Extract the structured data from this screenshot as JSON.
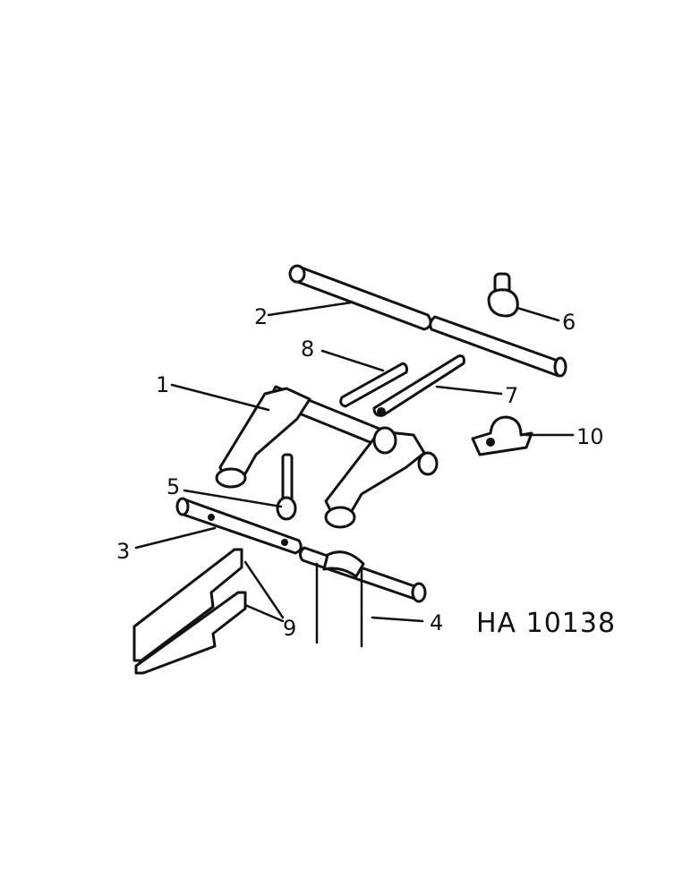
{
  "figure": {
    "reference_code": "HA 10138",
    "callouts": [
      {
        "id": "1",
        "label": "1"
      },
      {
        "id": "2",
        "label": "2"
      },
      {
        "id": "3",
        "label": "3"
      },
      {
        "id": "4",
        "label": "4"
      },
      {
        "id": "5",
        "label": "5"
      },
      {
        "id": "6",
        "label": "6"
      },
      {
        "id": "7",
        "label": "7"
      },
      {
        "id": "8",
        "label": "8"
      },
      {
        "id": "9",
        "label": "9"
      },
      {
        "id": "10",
        "label": "10"
      }
    ]
  },
  "colors": {
    "ink": "#111111",
    "paper": "#ffffff"
  }
}
